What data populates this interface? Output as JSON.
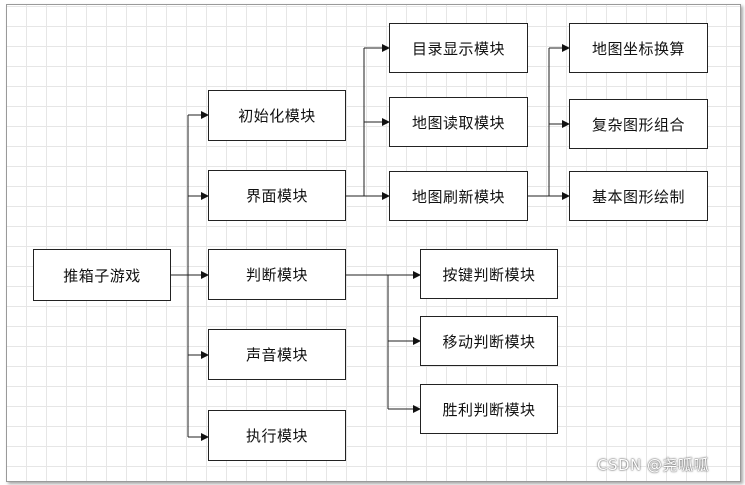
{
  "nodes": {
    "root": "推箱子游戏",
    "init": "初始化模块",
    "ui": "界面模块",
    "judge": "判断模块",
    "sound": "声音模块",
    "exec": "执行模块",
    "menu": "目录显示模块",
    "mapread": "地图读取模块",
    "maprefresh": "地图刷新模块",
    "keyjudge": "按键判断模块",
    "movejudge": "移动判断模块",
    "winjudge": "胜利判断模块",
    "coord": "地图坐标换算",
    "complex": "复杂图形组合",
    "basic": "基本图形绘制"
  },
  "edges": [
    [
      "root",
      "init"
    ],
    [
      "root",
      "ui"
    ],
    [
      "root",
      "judge"
    ],
    [
      "root",
      "sound"
    ],
    [
      "root",
      "exec"
    ],
    [
      "ui",
      "menu"
    ],
    [
      "ui",
      "mapread"
    ],
    [
      "ui",
      "maprefresh"
    ],
    [
      "judge",
      "keyjudge"
    ],
    [
      "judge",
      "movejudge"
    ],
    [
      "judge",
      "winjudge"
    ],
    [
      "maprefresh",
      "coord"
    ],
    [
      "maprefresh",
      "complex"
    ],
    [
      "maprefresh",
      "basic"
    ]
  ],
  "watermark": "CSDN @尧呱呱"
}
